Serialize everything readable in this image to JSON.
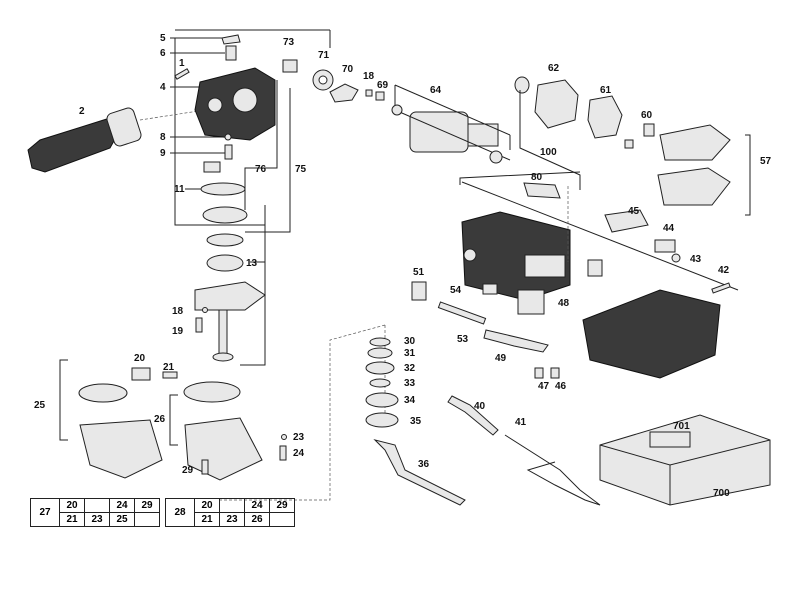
{
  "labels": {
    "p5": "5",
    "p6": "6",
    "p1": "1",
    "p4": "4",
    "p2": "2",
    "p8": "8",
    "p9": "9",
    "p11": "11",
    "p76": "76",
    "p75": "75",
    "p73": "73",
    "p71": "71",
    "p70": "70",
    "p18a": "18",
    "p69": "69",
    "p64": "64",
    "p62": "62",
    "p61": "61",
    "p60": "60",
    "p100": "100",
    "p80": "80",
    "p57": "57",
    "p45": "45",
    "p44": "44",
    "p43": "43",
    "p42": "42",
    "p51": "51",
    "p54": "54",
    "p48": "48",
    "p53": "53",
    "p49": "49",
    "p47": "47",
    "p46": "46",
    "p13": "13",
    "p18b": "18",
    "p19": "19",
    "p20": "20",
    "p21": "21",
    "p25": "25",
    "p26": "26",
    "p23": "23",
    "p24": "24",
    "p29": "29",
    "p30": "30",
    "p31": "31",
    "p32": "32",
    "p33": "33",
    "p34": "34",
    "p35": "35",
    "p36": "36",
    "p40": "40",
    "p41": "41",
    "p701": "701",
    "p700": "700"
  },
  "table27": {
    "label": "27",
    "row1": [
      "20",
      "",
      "24",
      "29"
    ],
    "row2": [
      "21",
      "23",
      "25",
      ""
    ]
  },
  "table28": {
    "label": "28",
    "row1": [
      "20",
      "",
      "24",
      "29"
    ],
    "row2": [
      "21",
      "23",
      "26",
      ""
    ]
  }
}
